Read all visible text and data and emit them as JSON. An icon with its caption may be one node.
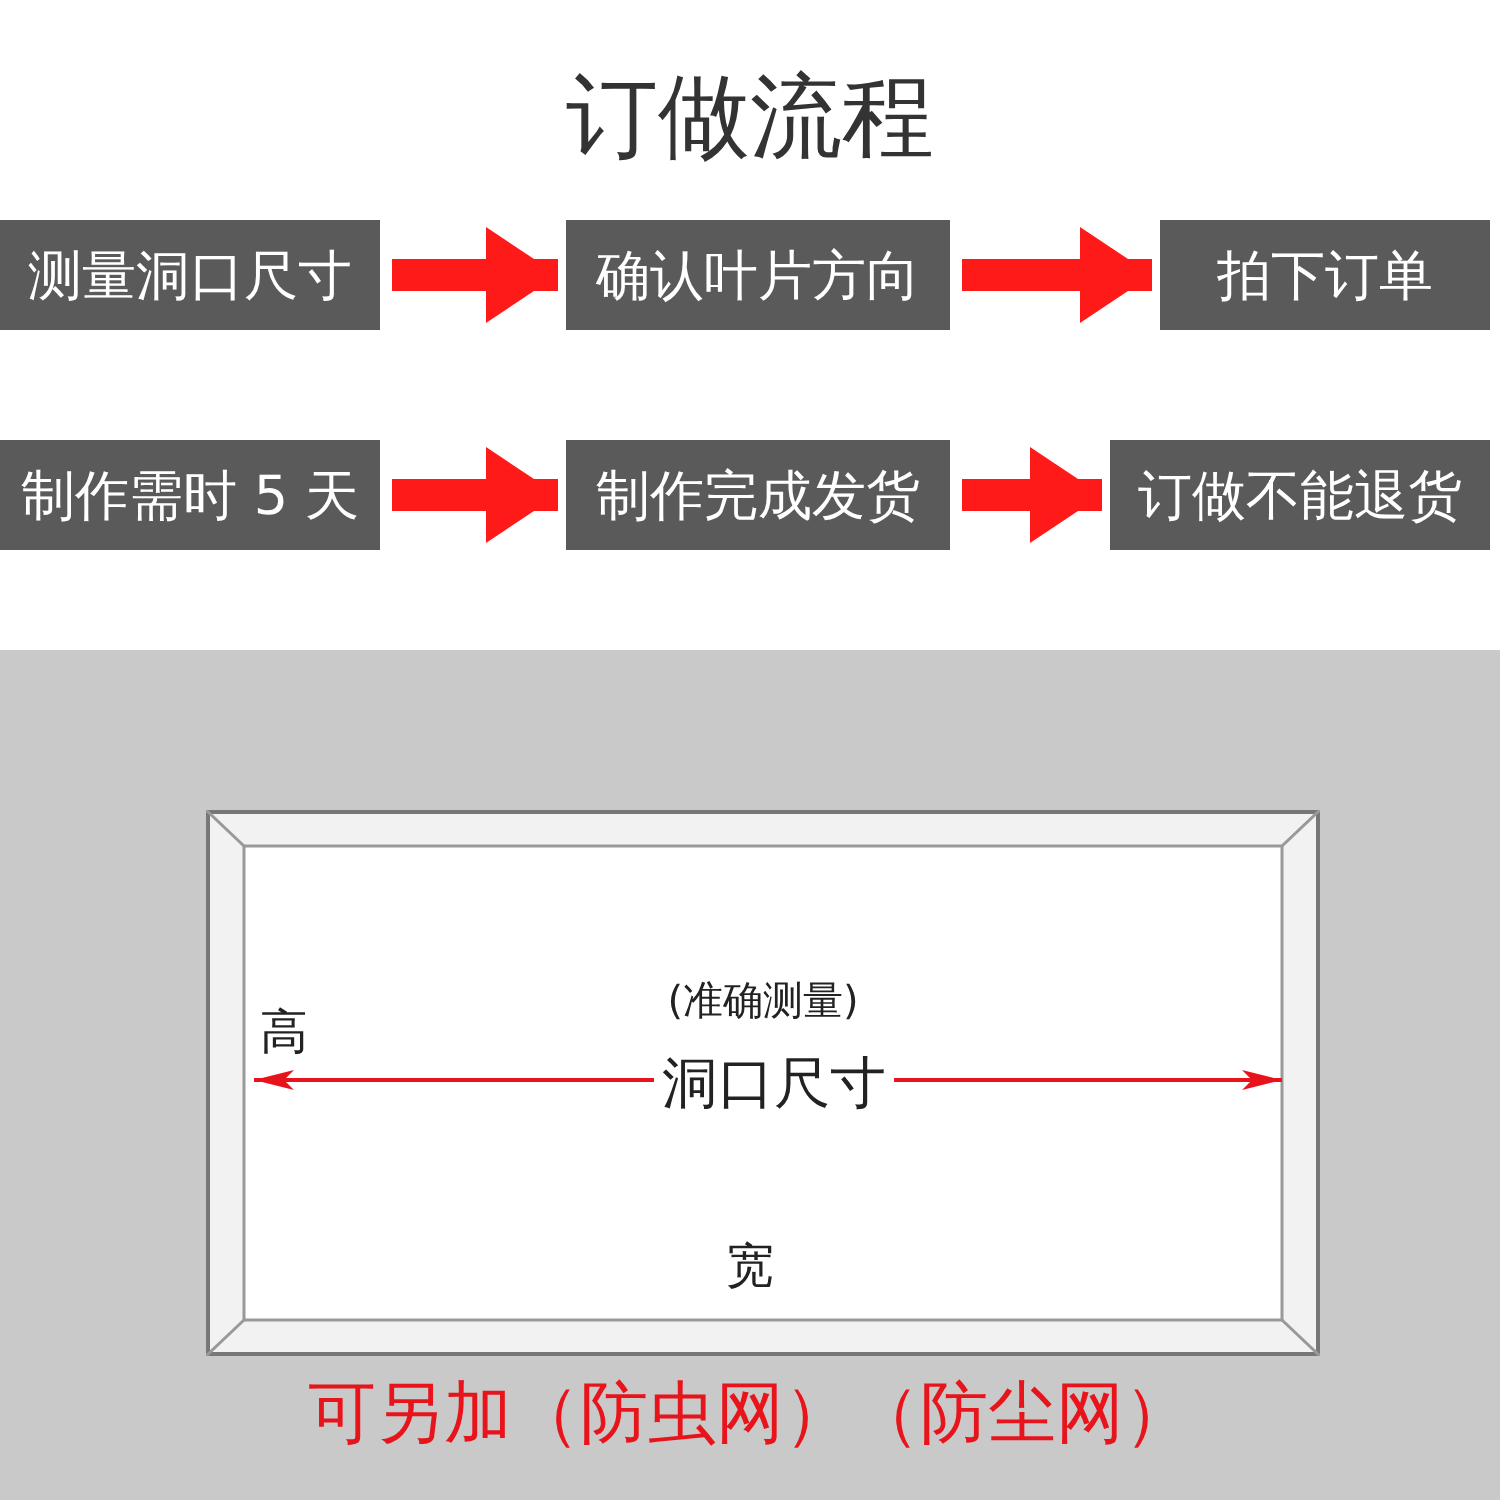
{
  "diagram": {
    "title": "订做流程",
    "nodes": [
      {
        "text": [
          "测量洞口尺寸"
        ]
      },
      {
        "text": [
          "确认叶片方向"
        ]
      },
      {
        "text": [
          "拍下订单"
        ]
      },
      {
        "text": [
          "制作需时 5 天"
        ]
      },
      {
        "text": [
          "制作完成发货"
        ]
      },
      {
        "text": [
          "订做不能退货"
        ]
      },
      {
        "text": [
          "高",
          "(准确测量)",
          "洞口尺寸",
          "宽"
        ]
      }
    ],
    "edges": [
      {
        "from": 0,
        "to": 1,
        "arrow": "to"
      },
      {
        "from": 1,
        "to": 2,
        "arrow": "to"
      },
      {
        "from": 3,
        "to": 4,
        "arrow": "to"
      },
      {
        "from": 4,
        "to": 5,
        "arrow": "to"
      }
    ],
    "caption": "可另加（防虫网）（防尘网）"
  }
}
